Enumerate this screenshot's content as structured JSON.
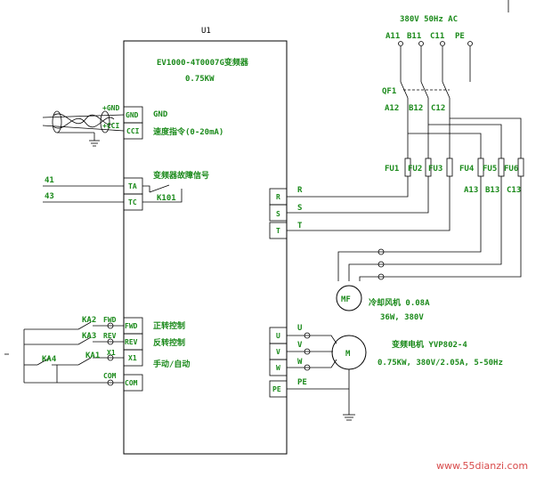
{
  "inverter": {
    "ref": "U1",
    "model": "EV1000-4T0007G变频器",
    "power": "0.75KW"
  },
  "control_pins": {
    "gnd": "GND",
    "cci": "CCI",
    "ta": "TA",
    "tc": "TC",
    "fwd": "FWD",
    "rev": "REV",
    "x1": "X1",
    "com": "COM"
  },
  "power_pins": {
    "r": "R",
    "s": "S",
    "t": "T",
    "u": "U",
    "v": "V",
    "w": "W",
    "pe": "PE"
  },
  "function_labels": {
    "gnd": "GND",
    "speed_cmd": "速度指令(0-20mA)",
    "fault_signal": "变频器故障信号",
    "k101": "K101",
    "forward": "正转控制",
    "reverse": "反转控制",
    "manual_auto": "手动/自动"
  },
  "external_labels": {
    "shield_gnd": "+GND",
    "shield_cci": "+CCI",
    "wire_41": "41",
    "wire_43": "43",
    "ka2": "KA2",
    "ka3": "KA3",
    "ka4": "KA4",
    "ka1": "KA1",
    "fwd": "FWD",
    "rev": "REV",
    "x1": "X1",
    "com": "COM"
  },
  "supply": {
    "spec": "380V 50Hz AC",
    "a11": "A11",
    "b11": "B11",
    "c11": "C11",
    "pe": "PE",
    "qf1": "QF1",
    "a12": "A12",
    "b12": "B12",
    "c12": "C12"
  },
  "fuses": [
    "FU1",
    "FU2",
    "FU3",
    "FU4",
    "FU5",
    "FU6"
  ],
  "fuse_outputs": {
    "a13": "A13",
    "b13": "B13",
    "c13": "C13"
  },
  "line_labels": {
    "r": "R",
    "s": "S",
    "t": "T",
    "u": "U",
    "v": "V",
    "w": "W",
    "pe": "PE"
  },
  "fan": {
    "symbol": "MF",
    "name": "冷却风机 0.08A",
    "voltage": "36W, 380V"
  },
  "motor": {
    "symbol": "M",
    "name": "变频电机 YVP802-4",
    "spec": "0.75KW, 380V/2.05A, 5-50Hz"
  },
  "watermark": "www.55dianzi.com"
}
